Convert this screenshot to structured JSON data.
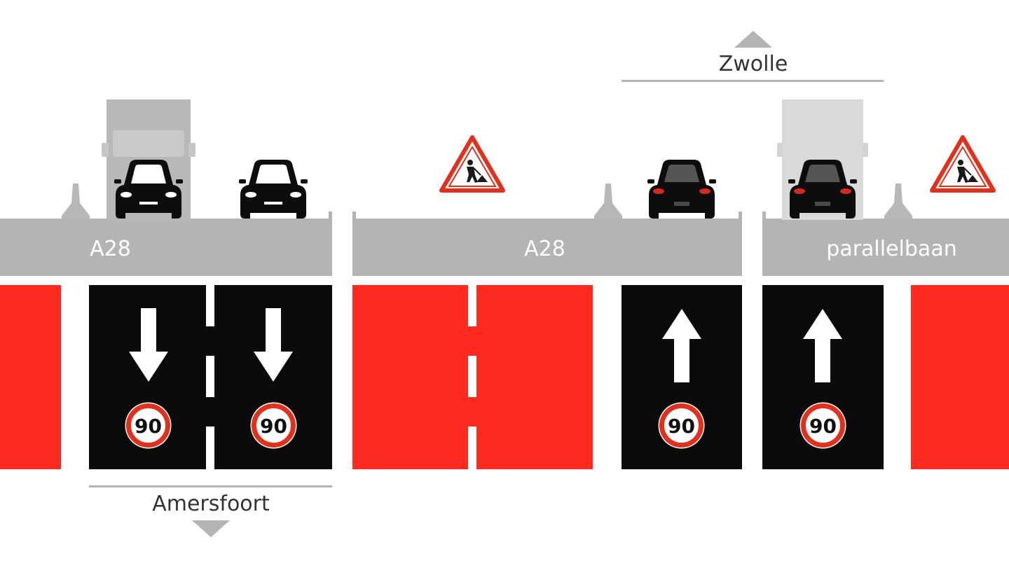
{
  "roads": {
    "left_band_label": "A28",
    "middle_band_label": "A28",
    "right_band_label": "parallelbaan"
  },
  "directions": {
    "north": "Zwolle",
    "south": "Amersfoort"
  },
  "speed_limit": "90",
  "lanes": [
    {
      "status": "closed",
      "color": "red"
    },
    {
      "status": "open",
      "direction": "down",
      "speed": "90"
    },
    {
      "status": "open",
      "direction": "down",
      "speed": "90"
    },
    {
      "status": "closed",
      "color": "red"
    },
    {
      "status": "closed",
      "color": "red"
    },
    {
      "status": "open",
      "direction": "up",
      "speed": "90"
    },
    {
      "status": "open",
      "direction": "up",
      "speed": "90"
    },
    {
      "status": "closed",
      "color": "red"
    }
  ],
  "colors": {
    "closed_lane": "#ff2b21",
    "open_lane": "#0b0b0b",
    "road_band": "#b4b4b4",
    "sign_border": "#e0301e"
  },
  "icons": [
    "truck-icon",
    "car-front-icon",
    "car-rear-icon",
    "traffic-cone-icon",
    "roadworks-warning-sign-icon",
    "down-arrow-icon",
    "up-arrow-icon",
    "speed-limit-sign-icon"
  ]
}
